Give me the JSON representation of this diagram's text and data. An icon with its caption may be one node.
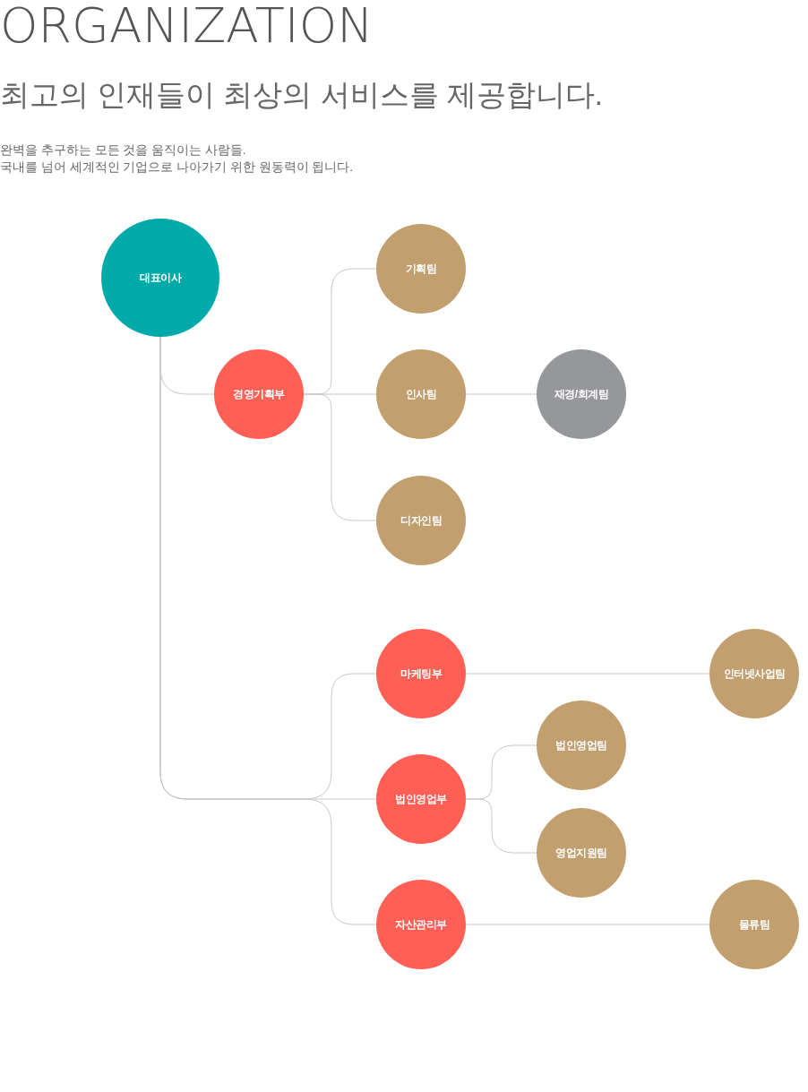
{
  "diagram": {
    "title": "ORGANIZATION",
    "nodes": [
      {
        "text": [
          "대표이사"
        ]
      },
      {
        "text": [
          "경영기획부"
        ]
      },
      {
        "text": [
          "기획팀"
        ]
      },
      {
        "text": [
          "인사팀"
        ]
      },
      {
        "text": [
          "재경/회계팀"
        ]
      },
      {
        "text": [
          "디자인팀"
        ]
      },
      {
        "text": [
          "마케팅부"
        ]
      },
      {
        "text": [
          "인터넷사업팀"
        ]
      },
      {
        "text": [
          "법인영업부"
        ]
      },
      {
        "text": [
          "법인영업팀"
        ]
      },
      {
        "text": [
          "영업지원팀"
        ]
      },
      {
        "text": [
          "자산관리부"
        ]
      },
      {
        "text": [
          "물류팀"
        ]
      }
    ],
    "edges": [
      {
        "from": 0,
        "to": 1,
        "arrow": "none"
      },
      {
        "from": 0,
        "to": 6,
        "arrow": "none"
      },
      {
        "from": 0,
        "to": 8,
        "arrow": "none"
      },
      {
        "from": 0,
        "to": 11,
        "arrow": "none"
      },
      {
        "from": 1,
        "to": 2,
        "arrow": "none"
      },
      {
        "from": 1,
        "to": 3,
        "arrow": "none"
      },
      {
        "from": 1,
        "to": 5,
        "arrow": "none"
      },
      {
        "from": 3,
        "to": 4,
        "arrow": "none"
      },
      {
        "from": 6,
        "to": 7,
        "arrow": "none"
      },
      {
        "from": 8,
        "to": 9,
        "arrow": "none"
      },
      {
        "from": 8,
        "to": 10,
        "arrow": "none"
      },
      {
        "from": 11,
        "to": 12,
        "arrow": "none"
      }
    ],
    "labels": [
      "최고의 인재들이 최상의 서비스를 제공합니다.",
      "완벽을 추구하는 모든 것을 움직이는 사람들.",
      "국내를 넘어 세계적인 기업으로 나아가기 위한 원동력이 됩니다."
    ]
  }
}
